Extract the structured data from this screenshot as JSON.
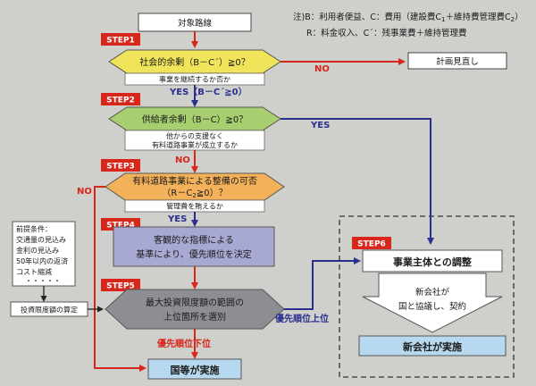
{
  "notes": {
    "line1": "注)B：利用者便益、C：費用（建設費C",
    "line1_sub1": "1",
    "line1_mid": "＋維持費管理費C",
    "line1_sub2": "2",
    "line1_end": "）",
    "line2": "R：料金収入、C´：残事業費＋維持管理費"
  },
  "nodes": {
    "start": "対象路線",
    "step1_label": "STEP1",
    "d1": "社会的余剰（B－C´）≧0？",
    "d1_note": "事業を継続するか否か",
    "plan_review": "計画見直し",
    "step2_label": "STEP2",
    "d2": "供給者余剰（B－C）≧0？",
    "d2_note_1": "他からの支援なく",
    "d2_note_2": "有料道路事業が成立するか",
    "step3_label": "STEP3",
    "d3_line1": "有料道路事業による整備の可否",
    "d3_line2": "（R－C",
    "d3_line2_sub": "2",
    "d3_line2_end": "≧0）？",
    "d3_note": "管理費を賄えるか",
    "step4_label": "STEP4",
    "box4_line1": "客観的な指標による",
    "box4_line2": "基準により、優先順位を決定",
    "step5_label": "STEP5",
    "d5_line1": "最大投資限度額の範囲の",
    "d5_line2": "上位箇所を選別",
    "country": "国等が実施",
    "step6_label": "STEP6",
    "entity": "事業主体との調整",
    "company_1": "新会社が",
    "company_2": "国と協議し、契約",
    "company_exec": "新会社が実施"
  },
  "premises": {
    "title": "前提条件：",
    "items": [
      "交通量の見込み",
      "金利の見込み",
      "50年以内の返済",
      "コスト縮減",
      "・・・・・"
    ]
  },
  "calc": "投資限度額の算定",
  "edges": {
    "no1": "NO",
    "yes1": "YES（B－C´≧0）",
    "yes2": "YES",
    "no2": "NO",
    "no3": "NO",
    "yes3": "YES",
    "high": "優先順位上位",
    "low": "優先順位下位"
  },
  "colors": {
    "step_red": "#d8261b",
    "diamond_yellow": "#f0e55a",
    "diamond_green": "#a7cf6f",
    "diamond_orange": "#f3b25a",
    "box_lavender": "#a7a9d2",
    "diamond_gray": "#8c8e92",
    "box_lightblue": "#b7d9ef",
    "arrow_red": "#d8261b",
    "arrow_blue": "#2a2f8e"
  }
}
